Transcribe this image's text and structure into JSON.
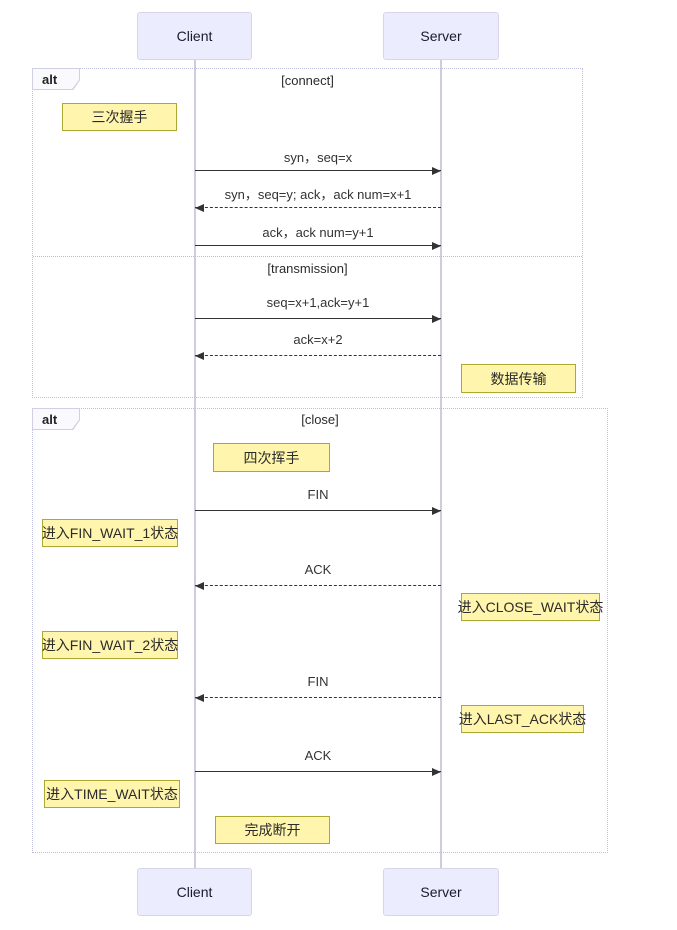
{
  "participants": {
    "client": "Client",
    "server": "Server"
  },
  "frames": [
    {
      "label": "alt",
      "sections": [
        {
          "condition": "[connect]"
        },
        {
          "condition": "[transmission]"
        }
      ]
    },
    {
      "label": "alt",
      "sections": [
        {
          "condition": "[close]"
        }
      ]
    }
  ],
  "messages": [
    {
      "from": "Client",
      "to": "Server",
      "text": "syn，seq=x",
      "line": "solid"
    },
    {
      "from": "Server",
      "to": "Client",
      "text": "syn，seq=y; ack，ack num=x+1",
      "line": "dashed"
    },
    {
      "from": "Client",
      "to": "Server",
      "text": "ack，ack num=y+1",
      "line": "solid"
    },
    {
      "from": "Client",
      "to": "Server",
      "text": "seq=x+1,ack=y+1",
      "line": "solid"
    },
    {
      "from": "Server",
      "to": "Client",
      "text": "ack=x+2",
      "line": "dashed"
    },
    {
      "from": "Client",
      "to": "Server",
      "text": "FIN",
      "line": "solid"
    },
    {
      "from": "Server",
      "to": "Client",
      "text": "ACK",
      "line": "dashed"
    },
    {
      "from": "Server",
      "to": "Client",
      "text": "FIN",
      "line": "dashed"
    },
    {
      "from": "Client",
      "to": "Server",
      "text": "ACK",
      "line": "solid"
    }
  ],
  "notes": [
    {
      "text": "三次握手"
    },
    {
      "text": "数据传输"
    },
    {
      "text": "四次挥手"
    },
    {
      "text": "进入FIN_WAIT_1状态"
    },
    {
      "text": "进入CLOSE_WAIT状态"
    },
    {
      "text": "进入FIN_WAIT_2状态"
    },
    {
      "text": "进入LAST_ACK状态"
    },
    {
      "text": "进入TIME_WAIT状态"
    },
    {
      "text": "完成断开"
    }
  ],
  "colors": {
    "note_fill": "#fff5ad",
    "note_border": "#aaaa33",
    "actor_fill": "#ececff",
    "actor_border": "#d8d5e8",
    "lifeline": "#cfcce2",
    "frame_border": "#bdbde0",
    "message_line": "#333333",
    "text": "#333333"
  }
}
